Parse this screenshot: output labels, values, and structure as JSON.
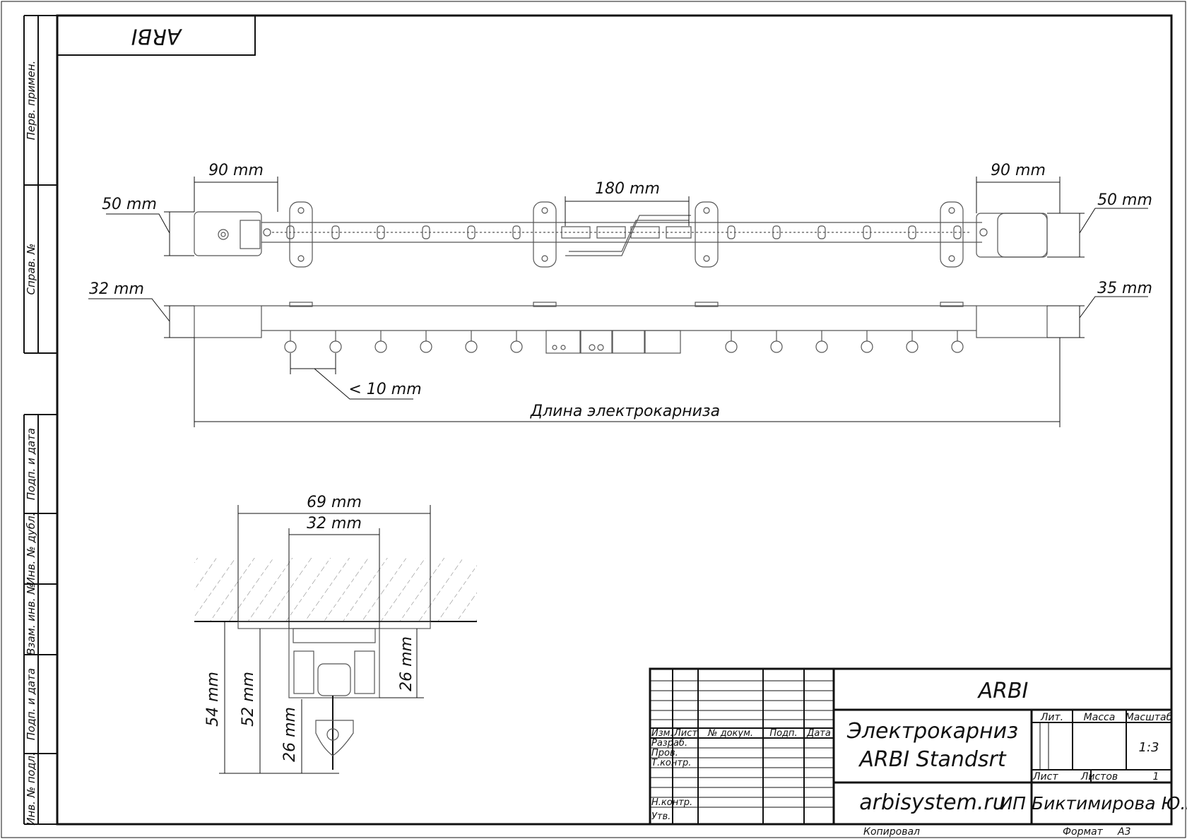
{
  "stamp_top": "ARBI",
  "side_labels": [
    "Перв. примен.",
    "Справ. №",
    "Подп. и дата",
    "Инв. № дубл.",
    "Взам. инв. №",
    "Подп. и дата",
    "Инв. № подл."
  ],
  "dims": {
    "left_motor_width": "90 mm",
    "right_motor_width": "90 mm",
    "left_motor_height": "50 mm",
    "right_motor_height": "50 mm",
    "center_overlap": "180 mm",
    "left_profile_height": "32 mm",
    "right_profile_height": "35 mm",
    "runner_gap": "< 10 mm",
    "total_length": "Длина электрокарниза",
    "section_width": "69 mm",
    "section_inner_width": "32 mm",
    "section_height_total": "54 mm",
    "section_height_mid": "52 mm",
    "section_height_hook": "26 mm",
    "section_height_rail": "26 mm"
  },
  "title_block": {
    "company_top": "ARBI",
    "product_line1": "Электрокарниз",
    "product_line2": "ARBI Standsrt",
    "website": "arbisystem.ru",
    "author": "ИП Биктимирова Ю.Б.",
    "col_izm": "Изм.",
    "col_list": "Лист",
    "col_docnum": "№ докум.",
    "col_podp": "Подп.",
    "col_data": "Дата",
    "row_razrab": "Разраб.",
    "row_prov": "Пров.",
    "row_tkontr": "Т.контр.",
    "row_nkontr": "Н.контр.",
    "row_utv": "Утв.",
    "lit": "Лит.",
    "massa": "Масса",
    "masshtab": "Масштаб",
    "scale": "1:3",
    "list": "Лист",
    "listov": "Листов",
    "listov_value": "1",
    "kopiroval": "Копировал",
    "format": "Формат",
    "format_value": "А3"
  }
}
